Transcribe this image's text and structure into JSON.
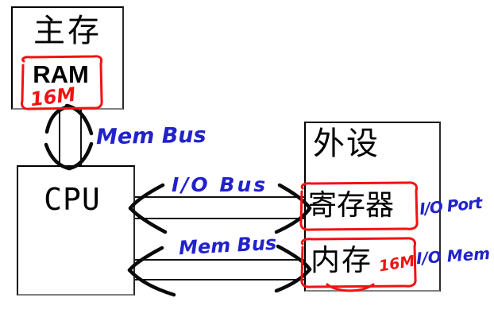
{
  "diagram": {
    "type": "hand-annotated computer architecture diagram",
    "colors": {
      "ink": "#000000",
      "annotation_red": "#f11212",
      "annotation_blue": "#2222cc",
      "background": "#ffffff"
    },
    "nodes": {
      "main_memory": {
        "label": "主存",
        "ram_label": "RAM",
        "capacity": "16M"
      },
      "cpu": {
        "label": "CPU"
      },
      "peripheral": {
        "label": "外设",
        "register_label": "寄存器",
        "memory_label": "内存",
        "memory_capacity": "16M"
      }
    },
    "buses": {
      "vertical_mem_bus": {
        "label": "Mem Bus",
        "connects": "主存 ↔ CPU"
      },
      "io_bus": {
        "label": "I/O Bus",
        "connects": "CPU ↔ 外设(寄存器)"
      },
      "horizontal_mem_bus": {
        "label": "Mem Bus",
        "connects": "CPU ↔ 外设(内存)"
      }
    },
    "annotations": {
      "io_port": "I/O Port",
      "io_mem": "I/O Mem"
    }
  }
}
